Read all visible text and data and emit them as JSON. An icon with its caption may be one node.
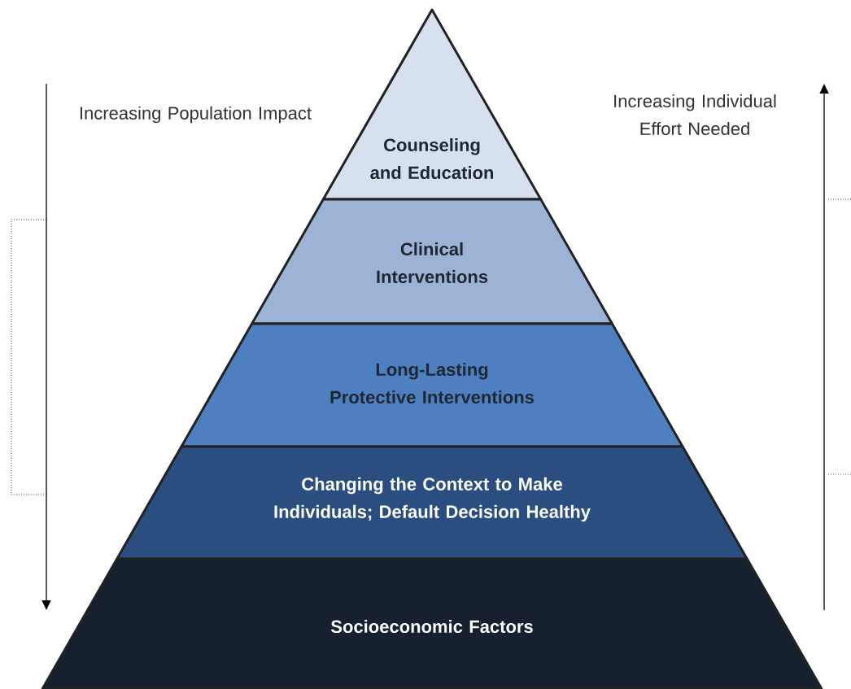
{
  "diagram": {
    "nodes": [
      {
        "text": [
          "Counseling and Education"
        ]
      },
      {
        "text": [
          "Clinical Interventions"
        ]
      },
      {
        "text": [
          "Long-Lasting Protective Interventions"
        ]
      },
      {
        "text": [
          "Changing the Context to Make Individuals; Default Decision Healthy"
        ]
      },
      {
        "text": [
          "Socioeconomic Factors"
        ]
      }
    ],
    "labels": [
      "Increasing Population Impact",
      "Increasing Individual Effort Needed"
    ]
  }
}
